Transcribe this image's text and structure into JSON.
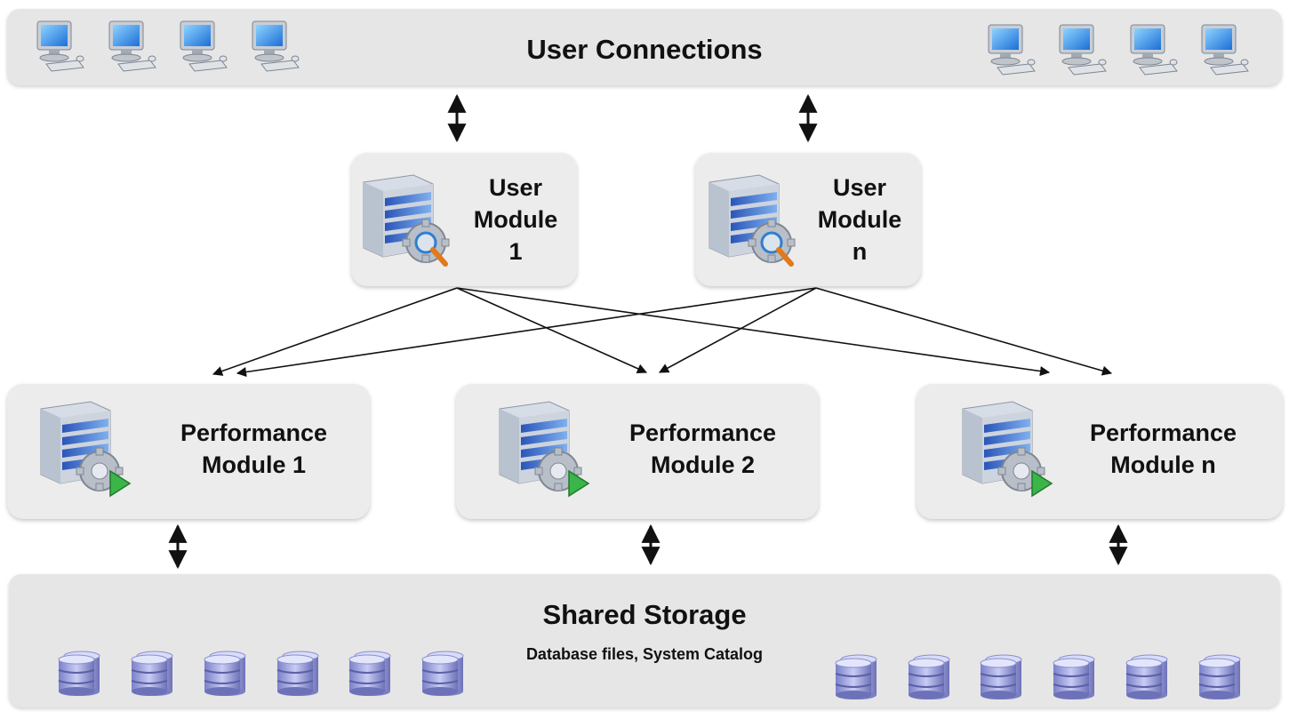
{
  "user_connections": {
    "title": "User Connections",
    "left_icon": "desktop-computer-icon",
    "right_icon": "desktop-computer-icon",
    "left_count": 4,
    "right_count": 4
  },
  "user_modules": [
    {
      "line1": "User",
      "line2": "Module",
      "line3": "1",
      "icon": "server-magnifier-icon"
    },
    {
      "line1": "User",
      "line2": "Module",
      "line3": "n",
      "icon": "server-magnifier-icon"
    }
  ],
  "performance_modules": [
    {
      "line1": "Performance",
      "line2": "Module 1",
      "icon": "server-gear-play-icon"
    },
    {
      "line1": "Performance",
      "line2": "Module 2",
      "icon": "server-gear-play-icon"
    },
    {
      "line1": "Performance",
      "line2": "Module n",
      "icon": "server-gear-play-icon"
    }
  ],
  "shared_storage": {
    "title": "Shared Storage",
    "subtitle": "Database files, System Catalog",
    "icon": "database-cylinder-icon",
    "left_count": 6,
    "right_count": 6
  },
  "colors": {
    "panel": "#e6e6e6",
    "arrow": "#111111",
    "server_blue": "#3d6fd0",
    "gear_gray": "#b9bfc8",
    "play_green": "#3bb54a",
    "db_lavender": "#a9aee6"
  }
}
